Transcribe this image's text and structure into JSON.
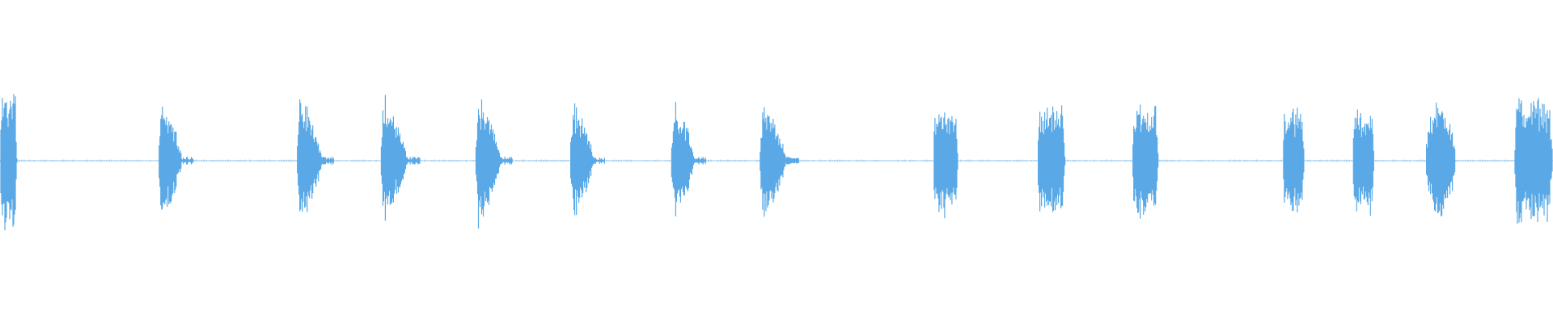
{
  "waveform": {
    "color": "#5aa9e6",
    "background": "#ffffff",
    "bursts": [
      {
        "start": 0.0,
        "end": 0.011,
        "amplitude": 0.4,
        "shape": "sustain"
      },
      {
        "start": 0.102,
        "end": 0.117,
        "amplitude": 0.4,
        "shape": "decay"
      },
      {
        "start": 0.191,
        "end": 0.207,
        "amplitude": 0.4,
        "shape": "decay"
      },
      {
        "start": 0.245,
        "end": 0.262,
        "amplitude": 0.38,
        "shape": "decay"
      },
      {
        "start": 0.306,
        "end": 0.322,
        "amplitude": 0.4,
        "shape": "decay"
      },
      {
        "start": 0.367,
        "end": 0.382,
        "amplitude": 0.36,
        "shape": "decay"
      },
      {
        "start": 0.432,
        "end": 0.447,
        "amplitude": 0.36,
        "shape": "decay"
      },
      {
        "start": 0.489,
        "end": 0.506,
        "amplitude": 0.36,
        "shape": "decay"
      },
      {
        "start": 0.601,
        "end": 0.617,
        "amplitude": 0.32,
        "shape": "sustain"
      },
      {
        "start": 0.668,
        "end": 0.686,
        "amplitude": 0.32,
        "shape": "sustain"
      },
      {
        "start": 0.729,
        "end": 0.746,
        "amplitude": 0.32,
        "shape": "sustain"
      },
      {
        "start": 0.826,
        "end": 0.84,
        "amplitude": 0.3,
        "shape": "sustain"
      },
      {
        "start": 0.871,
        "end": 0.885,
        "amplitude": 0.3,
        "shape": "sustain"
      },
      {
        "start": 0.918,
        "end": 0.937,
        "amplitude": 0.36,
        "shape": "round"
      },
      {
        "start": 0.975,
        "end": 1.0,
        "amplitude": 0.36,
        "shape": "sustain"
      }
    ],
    "baseline_noise": 0.006
  }
}
